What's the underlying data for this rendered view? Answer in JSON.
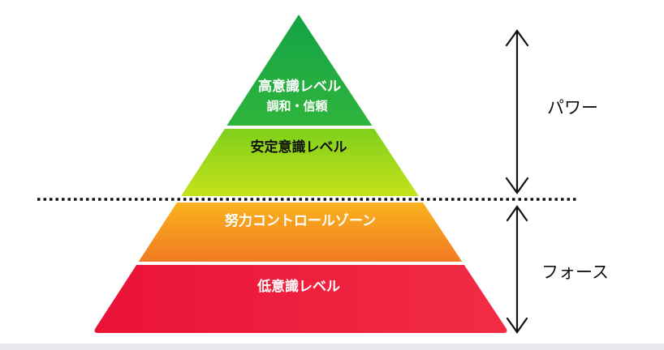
{
  "pyramid": {
    "levels": [
      {
        "title": "高意識レベル",
        "subtitle": "調和・信頼"
      },
      {
        "title": "安定意識レベル"
      },
      {
        "title": "努力コントロールゾーン"
      },
      {
        "title": "低意識レベル"
      }
    ]
  },
  "labels": {
    "upper": "パワー",
    "lower": "フォース"
  },
  "colors": {
    "high": "#16a84a",
    "stable": "#8fd41a",
    "effort": "#f7921e",
    "low": "#ee1a3c"
  }
}
